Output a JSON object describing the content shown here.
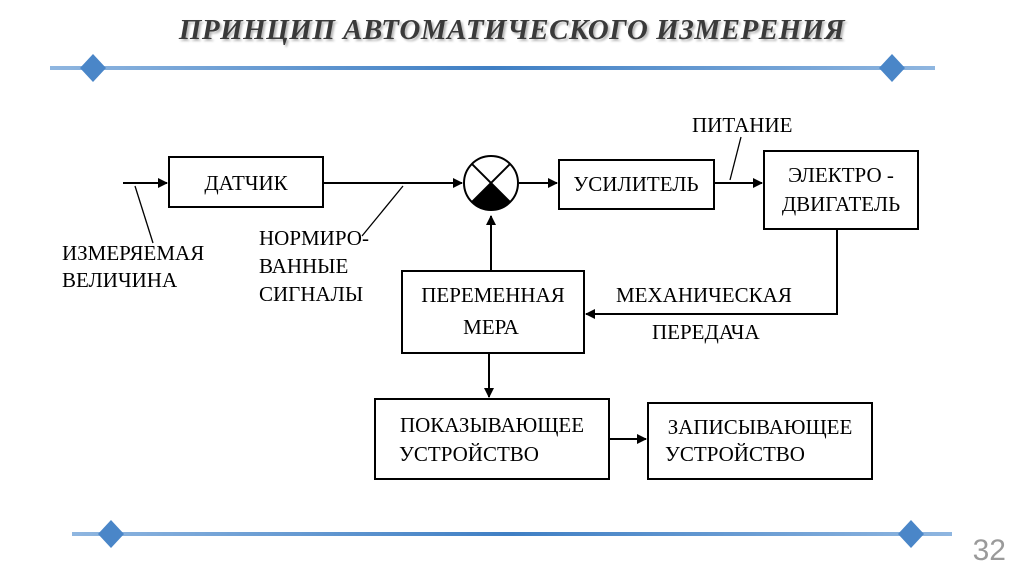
{
  "slide": {
    "title": "ПРИНЦИП АВТОМАТИЧЕСКОГО ИЗМЕРЕНИЯ",
    "page_number": "32",
    "accent_color": "#4a86c8"
  },
  "diagram": {
    "blocks": {
      "sensor": "ДАТЧИК",
      "amplifier": "УСИЛИТЕЛЬ",
      "motor_line1": "ЭЛЕКТРО -",
      "motor_line2": "ДВИГАТЕЛЬ",
      "measure_line1": "ПЕРЕМЕННАЯ",
      "measure_line2": "МЕРА",
      "indicator_line1": "ПОКАЗЫВАЮЩЕЕ",
      "indicator_line2": "УСТРОЙСТВО",
      "recorder_line1": "ЗАПИСЫВАЮЩЕЕ",
      "recorder_line2": "УСТРОЙСТВО"
    },
    "labels": {
      "measured_line1": "ИЗМЕРЯЕМАЯ",
      "measured_line2": "ВЕЛИЧИНА",
      "normalized_line1": "НОРМИРО-",
      "normalized_line2": "ВАННЫЕ",
      "normalized_line3": "СИГНАЛЫ",
      "power": "ПИТАНИЕ",
      "mechanical_line1": "МЕХАНИЧЕСКАЯ",
      "mechanical_line2": "ПЕРЕДАЧА"
    }
  }
}
